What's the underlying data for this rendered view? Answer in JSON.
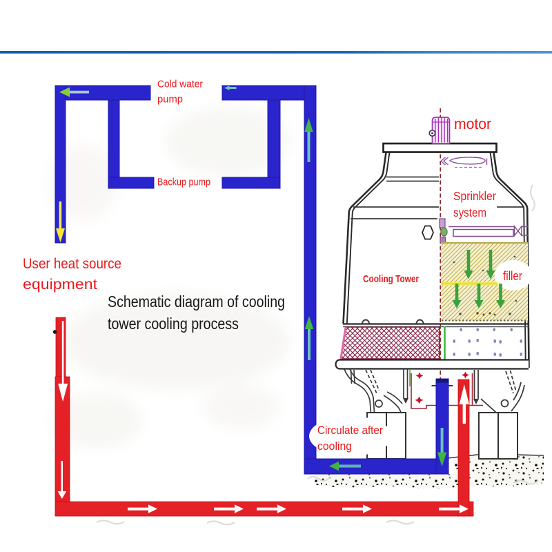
{
  "page": {
    "background": "#ffffff",
    "top_rule": {
      "color_left": "#1160b2",
      "color_right": "#4e94cf"
    }
  },
  "title": {
    "line1": "Schematic diagram of cooling",
    "line2": "tower cooling process",
    "color": "#161616"
  },
  "labels": {
    "cold_water_pump": {
      "line1": "Cold water",
      "line2": "pump"
    },
    "backup_pump": "Backup pump",
    "user_heat_source": {
      "line1": "User heat source",
      "line2": "equipment"
    },
    "motor": "motor",
    "sprinkler_system": {
      "line1": "Sprinkler",
      "line2": "system"
    },
    "cooling_tower": "Cooling Tower",
    "filler": "filler",
    "circulate_after_cooling": {
      "line1": "Circulate after",
      "line2": "cooling"
    }
  },
  "colors": {
    "label_red": "#e8191d",
    "title_black": "#161616",
    "cold_pipe_blue": "#2a24cd",
    "hot_pipe_red": "#e32126",
    "arrow_green": "#3fb53f",
    "arrow_teal": "#68c2ba",
    "arrow_yellow": "#f3e82e",
    "arrow_white": "#ffffff",
    "drawing_outline": "#2a2a2a",
    "motor_purple": "#a233b8",
    "fan_purple": "#8d4f9e",
    "mesh_maroon": "#8e2c50",
    "mesh_pink_edge": "#e366a8",
    "filler_olive": "#b9aa4e",
    "filler_bg": "#f6f1d0",
    "filler_band_yellow": "#f2e952",
    "centerline_maroon": "#8b2a2a",
    "circuit_red": "#a82535"
  }
}
